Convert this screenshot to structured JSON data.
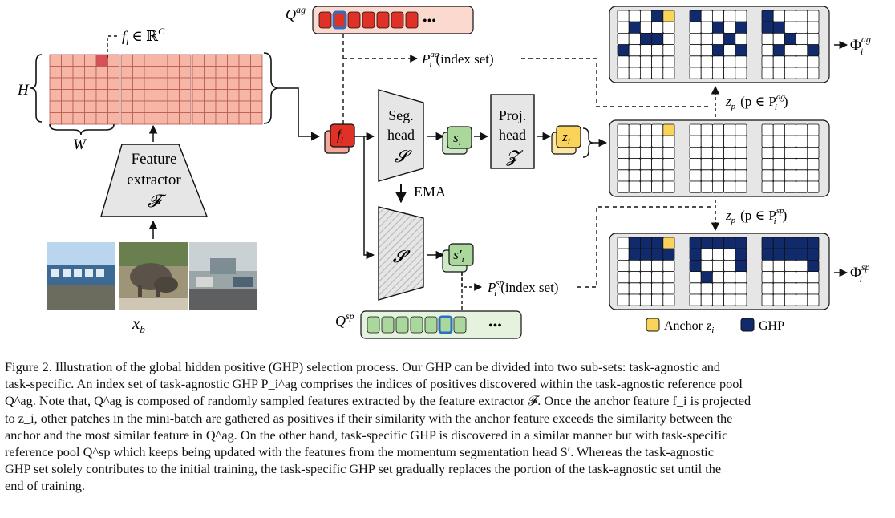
{
  "figure": {
    "feature_label": "f",
    "feature_sub": "i",
    "feature_set": "∈ ℝ",
    "feature_set_sup": "C",
    "h_label": "H",
    "w_label": "W",
    "extractor_line1": "Feature",
    "extractor_line2": "extractor",
    "extractor_symbol": "𝓕",
    "batch_label": "x",
    "batch_sub": "b",
    "fi_label": "f",
    "fi_sub": "i",
    "seg_line1": "Seg.",
    "seg_line2": "head",
    "seg_symbol": "𝓢",
    "ema_label": "EMA",
    "mom_symbol": "𝓢′",
    "si_label": "s",
    "si_sub": "i",
    "si_prime_label": "s′",
    "si_prime_sub": "i",
    "proj_line1": "Proj.",
    "proj_line2": "head",
    "proj_symbol": "𝓩",
    "zi_label": "z",
    "zi_sub": "i",
    "q_ag_label": "Q",
    "q_ag_sup": "ag",
    "q_sp_label": "Q",
    "q_sp_sup": "sp",
    "ellipsis": "•••",
    "p_ag_label": "P",
    "p_ag_sup": "ag",
    "p_ag_sub": "i",
    "p_ag_text": "(index set)",
    "p_sp_label": "P",
    "p_sp_sup": "sp",
    "p_sp_sub": "i",
    "p_sp_text": "(index set)",
    "zp_ag_text": "z",
    "zp_ag_sub": "p",
    "zp_ag_cond": "(p ∈ P",
    "zp_ag_cond_sup": "ag",
    "zp_ag_cond_sub": "i",
    "zp_sp_text": "z",
    "zp_sp_sub": "p",
    "zp_sp_cond": "(p ∈ P",
    "zp_sp_cond_sup": "sp",
    "zp_sp_cond_sub": "i",
    "phi_ag_label": "Φ",
    "phi_ag_sup": "ag",
    "phi_ag_sub": "i",
    "phi_sp_label": "Φ",
    "phi_sp_sup": "sp",
    "phi_sp_sub": "i",
    "legend_anchor": "Anchor",
    "legend_anchor_var": "z",
    "legend_anchor_sub": "i",
    "legend_ghp": "GHP",
    "colors": {
      "patch": "#f7b5a5",
      "patch_dark": "#d8505a",
      "red": "#e03127",
      "green": "#a9d79c",
      "green_bg": "#e4f2de",
      "yellow": "#f9d35a",
      "navy": "#102a6b",
      "panel": "#e6e6e6",
      "blue_outline": "#2a6fc4"
    }
  },
  "caption": {
    "line1": "Figure 2. Illustration of the global hidden positive (GHP) selection process. Our GHP can be divided into two sub-sets: task-agnostic and",
    "line2": "task-specific. An index set of task-agnostic GHP P_i^ag comprises the indices of positives discovered within the task-agnostic reference pool",
    "line3": "Q^ag. Note that, Q^ag is composed of randomly sampled features extracted by the feature extractor 𝓕. Once the anchor feature f_i is projected",
    "line4": "to z_i, other patches in the mini-batch are gathered as positives if their similarity with the anchor feature exceeds the similarity between the",
    "line5": "anchor and the most similar feature in Q^ag. On the other hand, task-specific GHP is discovered in a similar manner but with task-specific",
    "line6": "reference pool Q^sp which keeps being updated with the features from the momentum segmentation head S′. Whereas the task-agnostic",
    "line7": "GHP set solely contributes to the initial training, the task-specific GHP set gradually replaces the portion of the task-agnostic set until the",
    "line8": "end of training."
  }
}
